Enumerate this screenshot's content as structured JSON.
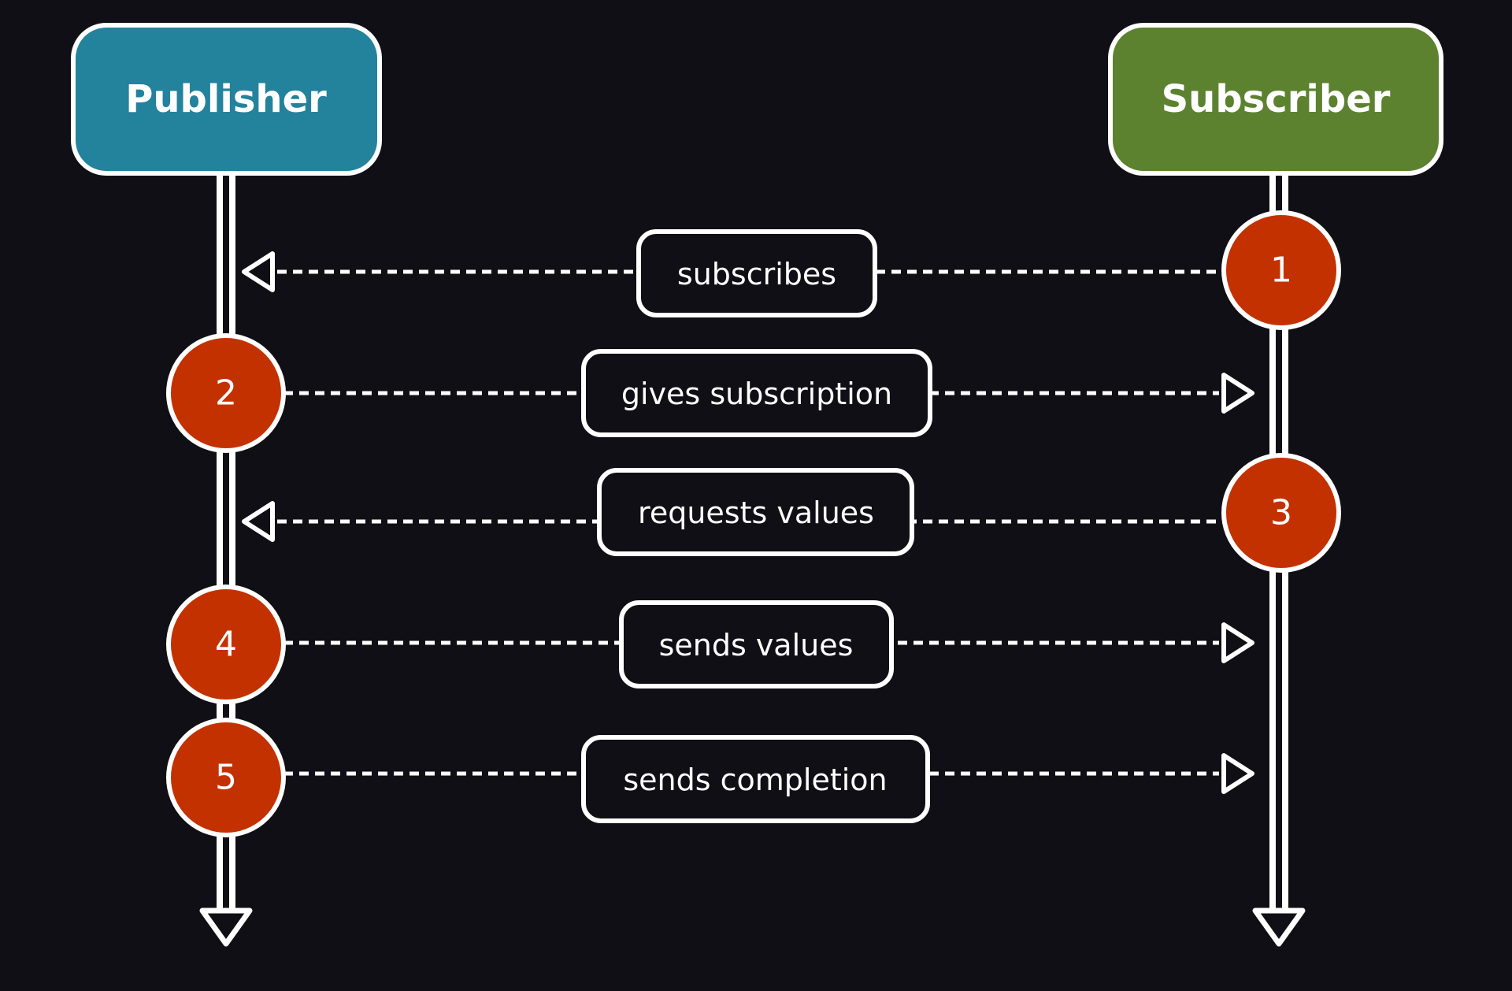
{
  "colors": {
    "background": "#0f0f15",
    "publisher": "#23829c",
    "subscriber": "#5c8230",
    "step": "#c43100",
    "line": "#ffffff",
    "label_box": "#0f0f15"
  },
  "actors": {
    "publisher": {
      "label": "Publisher"
    },
    "subscriber": {
      "label": "Subscriber"
    }
  },
  "messages": [
    {
      "step": "1",
      "label": "subscribes",
      "direction": "to-publisher"
    },
    {
      "step": "2",
      "label": "gives subscription",
      "direction": "to-subscriber"
    },
    {
      "step": "3",
      "label": "requests values",
      "direction": "to-publisher"
    },
    {
      "step": "4",
      "label": "sends values",
      "direction": "to-subscriber"
    },
    {
      "step": "5",
      "label": "sends completion",
      "direction": "to-subscriber"
    }
  ]
}
